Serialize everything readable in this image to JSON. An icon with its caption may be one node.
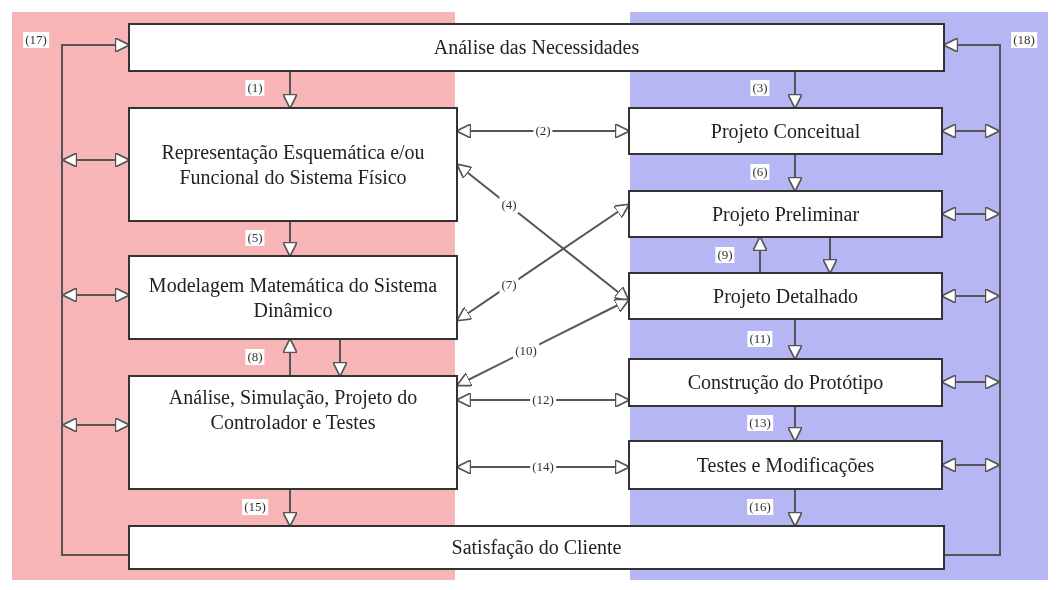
{
  "diagram": {
    "nodes": [
      {
        "text": [
          "Análise das Necessidades"
        ]
      },
      {
        "text": [
          "Representação Esquemática e/ou Funcional do Sistema Físico"
        ]
      },
      {
        "text": [
          "Projeto Conceitual"
        ]
      },
      {
        "text": [
          "Projeto Preliminar"
        ]
      },
      {
        "text": [
          "Modelagem Matemática do Sistema Dinâmico"
        ]
      },
      {
        "text": [
          "Projeto Detalhado"
        ]
      },
      {
        "text": [
          "Análise, Simulação, Projeto do Controlador e Testes"
        ]
      },
      {
        "text": [
          "Construção do Protótipo"
        ]
      },
      {
        "text": [
          "Testes e Modificações"
        ]
      },
      {
        "text": [
          "Satisfação do Cliente"
        ]
      }
    ],
    "edges": [
      {
        "from": 0,
        "to": 1,
        "arrow": "to",
        "label": "(1)"
      },
      {
        "from": 1,
        "to": 2,
        "arrow": "both",
        "label": "(2)"
      },
      {
        "from": 0,
        "to": 2,
        "arrow": "to",
        "label": "(3)"
      },
      {
        "from": 1,
        "to": 5,
        "arrow": "both",
        "label": "(4)"
      },
      {
        "from": 1,
        "to": 4,
        "arrow": "to",
        "label": "(5)"
      },
      {
        "from": 2,
        "to": 3,
        "arrow": "to",
        "label": "(6)"
      },
      {
        "from": 4,
        "to": 3,
        "arrow": "both",
        "label": "(7)"
      },
      {
        "from": 4,
        "to": 6,
        "arrow": "to"
      },
      {
        "from": 6,
        "to": 4,
        "arrow": "to",
        "label": "(8)"
      },
      {
        "from": 3,
        "to": 5,
        "arrow": "to"
      },
      {
        "from": 5,
        "to": 3,
        "arrow": "to",
        "label": "(9)"
      },
      {
        "from": 6,
        "to": 5,
        "arrow": "both",
        "label": "(10)"
      },
      {
        "from": 5,
        "to": 7,
        "arrow": "to",
        "label": "(11)"
      },
      {
        "from": 6,
        "to": 7,
        "arrow": "both",
        "label": "(12)"
      },
      {
        "from": 7,
        "to": 8,
        "arrow": "to",
        "label": "(13)"
      },
      {
        "from": 6,
        "to": 8,
        "arrow": "both",
        "label": "(14)"
      },
      {
        "from": 6,
        "to": 9,
        "arrow": "to",
        "label": "(15)"
      },
      {
        "from": 8,
        "to": 9,
        "arrow": "to",
        "label": "(16)"
      },
      {
        "from": 9,
        "to": 0,
        "arrow": "to",
        "label": "(17)"
      },
      {
        "from": 9,
        "to": 0,
        "arrow": "to",
        "label": "(18)"
      },
      {
        "from": null,
        "to": 1,
        "arrow": "both"
      },
      {
        "from": null,
        "to": 4,
        "arrow": "both"
      },
      {
        "from": null,
        "to": 6,
        "arrow": "both"
      },
      {
        "from": null,
        "to": 2,
        "arrow": "both"
      },
      {
        "from": null,
        "to": 3,
        "arrow": "both"
      },
      {
        "from": null,
        "to": 5,
        "arrow": "both"
      },
      {
        "from": null,
        "to": 7,
        "arrow": "both"
      },
      {
        "from": null,
        "to": 8,
        "arrow": "both"
      }
    ]
  }
}
